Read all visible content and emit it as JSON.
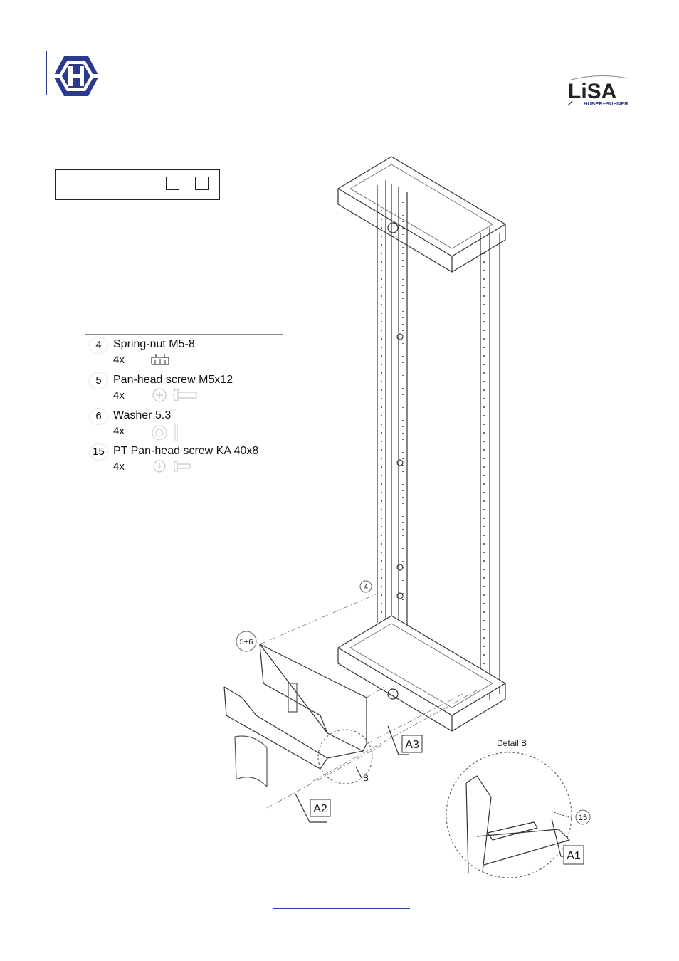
{
  "header": {
    "logo_left_icon": "huber-suhner-hex-logo",
    "logo_right_text": "LiSA",
    "logo_right_sub": "HUBER+SUHNER"
  },
  "parts": [
    {
      "number": "4",
      "name": "Spring-nut M5-8",
      "qty": "4x",
      "icon": "spring-nut-icon"
    },
    {
      "number": "5",
      "name": "Pan-head screw M5x12",
      "qty": "4x",
      "icon": "pan-head-screw-icon"
    },
    {
      "number": "6",
      "name": "Washer 5.3",
      "qty": "4x",
      "icon": "washer-icon"
    },
    {
      "number": "15",
      "name": "PT Pan-head screw KA 40x8",
      "qty": "4x",
      "icon": "pt-screw-icon"
    }
  ],
  "drawing": {
    "callout_4": "4",
    "callout_56": "5+6",
    "callout_15": "15",
    "label_a1": "A1",
    "label_a2": "A2",
    "label_a3": "A3",
    "label_b": "B",
    "detail_title": "Detail B"
  },
  "colors": {
    "brand_blue": "#2b3a8c",
    "link_blue": "#2f3fa8"
  }
}
